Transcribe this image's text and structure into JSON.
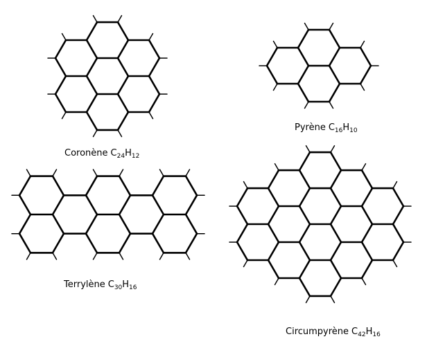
{
  "colors": {
    "background": "#ffffff",
    "ink": "#000000"
  },
  "molecules": [
    {
      "id": "coronene",
      "name": "Coronène",
      "formula": {
        "c": "C",
        "c_count": "24",
        "h": "H",
        "h_count": "12"
      }
    },
    {
      "id": "pyrene",
      "name": "Pyrène",
      "formula": {
        "c": "C",
        "c_count": "16",
        "h": "H",
        "h_count": "10"
      }
    },
    {
      "id": "terrylene",
      "name": "Terrylène",
      "formula": {
        "c": "C",
        "c_count": "30",
        "h": "H",
        "h_count": "16"
      }
    },
    {
      "id": "circumpyrene",
      "name": "Circumpyrène",
      "formula": {
        "c": "C",
        "c_count": "42",
        "h": "H",
        "h_count": "16"
      }
    }
  ]
}
